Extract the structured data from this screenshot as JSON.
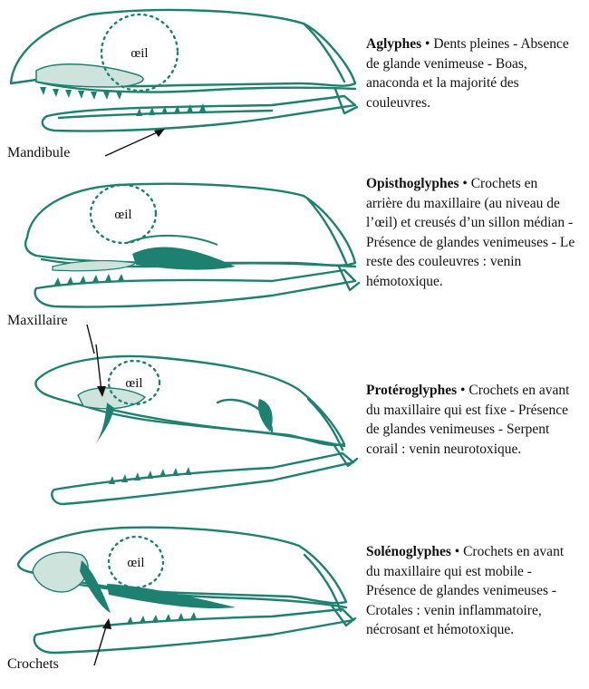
{
  "colors": {
    "line": "#1e8070",
    "fill": "#1e8070",
    "text": "#111111"
  },
  "eye_label": "œil",
  "labels": {
    "mandibule": "Mandibule",
    "maxillaire": "Maxillaire",
    "crochets": "Crochets"
  },
  "types": [
    {
      "name": "Aglyphes",
      "text": "Dents pleines - Absence de glande venimeuse - Boas, anaconda et la majorité des couleuvres."
    },
    {
      "name": "Opisthoglyphes",
      "text": "Crochets en arrière du maxillaire (au niveau de l’œil) et creusés d’un sillon médian - Présence de glandes venimeuses - Le reste des couleuvres : venin hémotoxique."
    },
    {
      "name": "Protéroglyphes",
      "text": "Crochets en avant du maxillaire qui est fixe - Présence de glandes venimeuses - Serpent corail : venin neurotoxique."
    },
    {
      "name": "Solénoglyphes",
      "text": "Crochets en avant du maxillaire qui est mobile - Présence de glandes venimeuses - Crotales : venin inflammatoire, nécrosant et hémotoxique."
    }
  ]
}
